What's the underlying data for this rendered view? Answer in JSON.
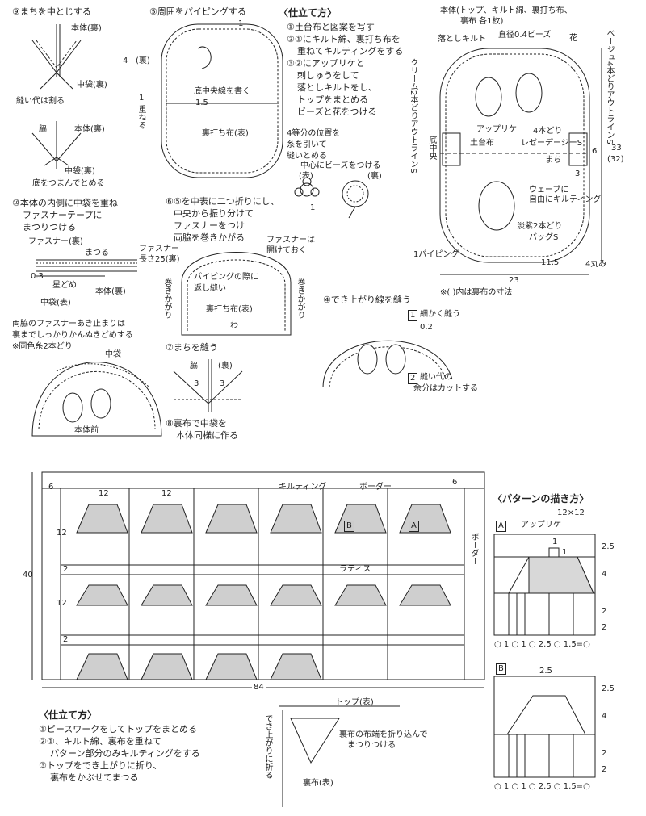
{
  "top_left": {
    "step9": "⑨まちを中とじする",
    "honntai_ura": "本体(裏)",
    "nakabukuro_ura": "中袋(裏)",
    "nuishiro": "縫い代は割る",
    "waki": "脇",
    "honntai_ura2": "本体(裏)",
    "nakabukuro_ura2": "中袋(裏)",
    "soko": "底をつまんでとめる",
    "step10_1": "⑩本体の内側に中袋を重ね",
    "step10_2": "ファスナーテープに",
    "step10_3": "まつりつける",
    "fastener_ura": "ファスナー(裏)",
    "matsuru": "まつる",
    "m03": "0.3",
    "hoshidome": "星どめ",
    "honntai_ura3": "本体(裏)",
    "nakabukuro_omote": "中袋(表)",
    "tip1": "両脇のファスナーあき止まりは",
    "tip2": "裏までしっかりかんぬきどめする",
    "tip3": "※同色糸2本どり",
    "nakabukuro": "中袋",
    "honntai_mae": "本体前"
  },
  "step5": {
    "title": "⑤周囲をパイピングする",
    "n1": "1",
    "n4": "4",
    "ura": "(裏)",
    "n15": "1.5",
    "one": "1",
    "kasaneru": "重ねる",
    "line": "底中央線を書く",
    "cloth": "裏打ち布(表)"
  },
  "step6": {
    "title1": "⑥⑤を中表に二つ折りにし、",
    "title2": "中央から振り分けて",
    "title3": "ファスナーをつけ",
    "title4": "両脇を巻きかがる",
    "len1": "ファスナー",
    "len2": "長さ25(裏)",
    "open1": "ファスナーは",
    "open2": "開けておく",
    "edge1": "パイピングの際に",
    "edge2": "返し縫い",
    "cloth": "裏打ち布(表)",
    "wa": "わ",
    "makikagari": "巻きかがり"
  },
  "step7": {
    "title": "⑦まちを縫う",
    "waki": "脇",
    "ura": "(裏)",
    "n3a": "3",
    "n3b": "3"
  },
  "step8": {
    "l1": "⑧裏布で中袋を",
    "l2": "本体同様に作る"
  },
  "method1": {
    "title": "〈仕立て方〉",
    "s1": "①土台布と図案を写す",
    "s2a": "②①にキルト綿、裏打ち布を",
    "s2b": "重ねてキルティングをする",
    "s3a": "③②にアップリケと",
    "s3b": "刺しゅうをして",
    "s3c": "落としキルトをし、",
    "s3d": "トップをまとめる",
    "s3e": "ビーズと花をつける",
    "pos1": "4等分の位置を",
    "pos2": "糸を引いて",
    "pos3": "縫いとめる",
    "bead": "中心にビーズをつける",
    "omote": "(表)",
    "ura": "(裏)",
    "one": "1"
  },
  "step4": {
    "title": "④でき上がり線を縫う",
    "b1": "1",
    "b1t": "細かく縫う",
    "m02": "0.2",
    "b2": "2",
    "b2t1": "縫い代の",
    "b2t2": "余分はカットする"
  },
  "body": {
    "head1": "本体(トップ、キルト綿、裏打ち布、",
    "head2": "裏布 各1枚)",
    "otoshi": "落としキルト",
    "beads": "直径0.4ビーズ",
    "hana": "花",
    "cream": "クリーム2本どりアウトラインS",
    "beige": "ベージュ4本どりアウトラインS",
    "applique": "アップリケ",
    "yonhon": "4本どり",
    "lazy": "レゼーデージーS",
    "dodai": "土台布",
    "soko_chuo": "底中央",
    "machi": "まち",
    "n3": "3",
    "n6": "6",
    "h33": "33",
    "h32": "(32)",
    "wave1": "ウェーブに",
    "wave2": "自由にキルティング",
    "tanshi": "淡紫2本どり",
    "bag": "バッグS",
    "piping": "1パイピング",
    "n115": "11.5",
    "maru": "4丸み",
    "w23": "23",
    "note": "※(  )内は裏布の寸法"
  },
  "quilt": {
    "n6l": "6",
    "n12a": "12",
    "n12b": "12",
    "n6r": "6",
    "quilting": "キルティング",
    "border_top": "ボーダー",
    "border_side": "ボーダー",
    "n40": "40",
    "n12c": "12",
    "n12d": "12",
    "n2a": "2",
    "n2b": "2",
    "lattice": "ラティス",
    "labB": "B",
    "labA": "A",
    "n84": "84"
  },
  "method2": {
    "title": "〈仕立て方〉",
    "s1": "①ピースワークをしてトップをまとめる",
    "s2a": "②①、キルト綿、裏布を重ねて",
    "s2b": "パターン部分のみキルティングをする",
    "s3a": "③トップをでき上がりに折り、",
    "s3b": "裏布をかぶせてまつる",
    "top": "トップ(表)",
    "fold": "でき上がりに折る",
    "back1": "裏布の布端を折り込んで",
    "back2": "まつりつける",
    "backcloth": "裏布(表)"
  },
  "pattern": {
    "title": "〈パターンの描き方〉",
    "size": "12×12",
    "A": "A",
    "applique": "アップリケ",
    "a1a": "1",
    "a1b": "1",
    "a25": "2.5",
    "a4": "4",
    "a2a": "2",
    "a2b": "2",
    "a_bottom": "○ 1 ○ 1 ○ 2.5 ○ 1.5=○",
    "B": "B",
    "b25top": "2.5",
    "b25": "2.5",
    "b4": "4",
    "b2a": "2",
    "b2b": "2",
    "b_bottom": "○ 1 ○ 1 ○ 2.5 ○ 1.5=○"
  }
}
